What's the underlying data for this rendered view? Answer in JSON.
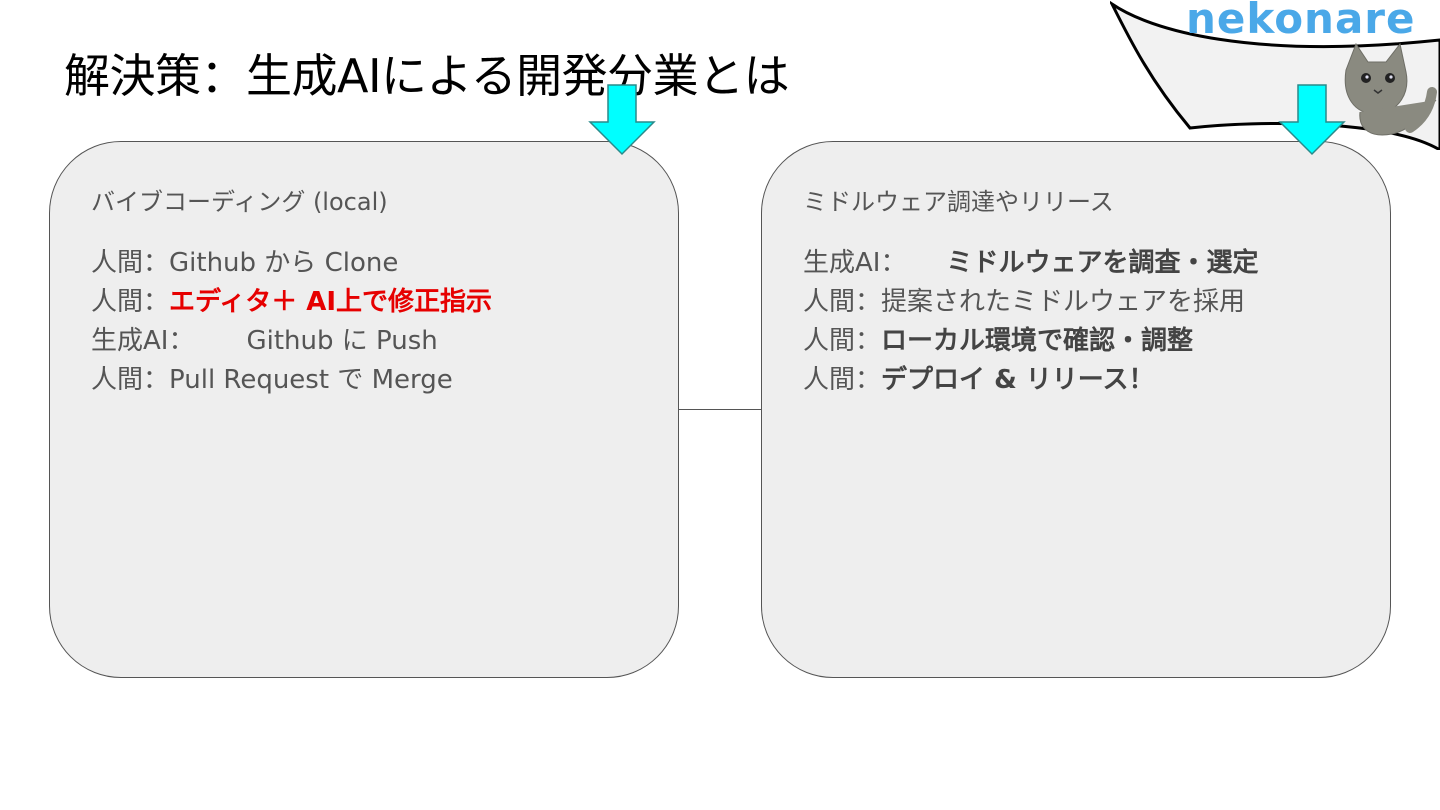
{
  "slide": {
    "title": "解決策：生成AIによる開発分業とは"
  },
  "brand": {
    "logo_text": "nekonare",
    "logo_color": "#4aa8e8"
  },
  "colors": {
    "arrow": "#00ffff",
    "highlight": "#e60000",
    "panel_fill": "#eeeeee"
  },
  "left_panel": {
    "heading": "バイブコーディング (local)",
    "lines": [
      {
        "who": "人間：",
        "what": "Github から Clone"
      },
      {
        "who": "人間：",
        "what": "エディタ＋ AI上で修正指示"
      },
      {
        "who": "生成AI：",
        "what": "Github に Push"
      },
      {
        "who": "人間：",
        "what": "Pull Request で Merge"
      }
    ]
  },
  "right_panel": {
    "heading": "ミドルウェア調達やリリース",
    "lines": [
      {
        "who": "生成AI：",
        "what": "ミドルウェアを調査・選定"
      },
      {
        "who": "人間：",
        "what": "提案されたミドルウェアを採用"
      },
      {
        "who": "人間：",
        "what": "ローカル環境で確認・調整"
      },
      {
        "who": "人間：",
        "what": "デプロイ & リリース！"
      }
    ]
  }
}
